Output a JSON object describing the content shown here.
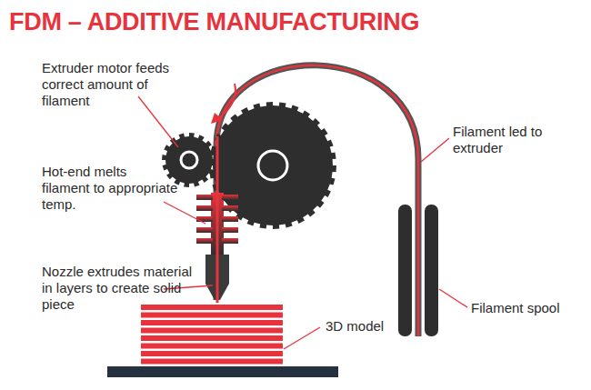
{
  "diagram": {
    "title": "FDM – ADDITIVE MANUFACTURING",
    "labels": [
      "Extruder motor feeds correct amount of filament",
      "Hot-end melts filament to appropriate temp.",
      "Nozzle extrudes material in layers to create solid piece",
      "3D model",
      "Filament led to extruder",
      "Filament spool"
    ]
  }
}
